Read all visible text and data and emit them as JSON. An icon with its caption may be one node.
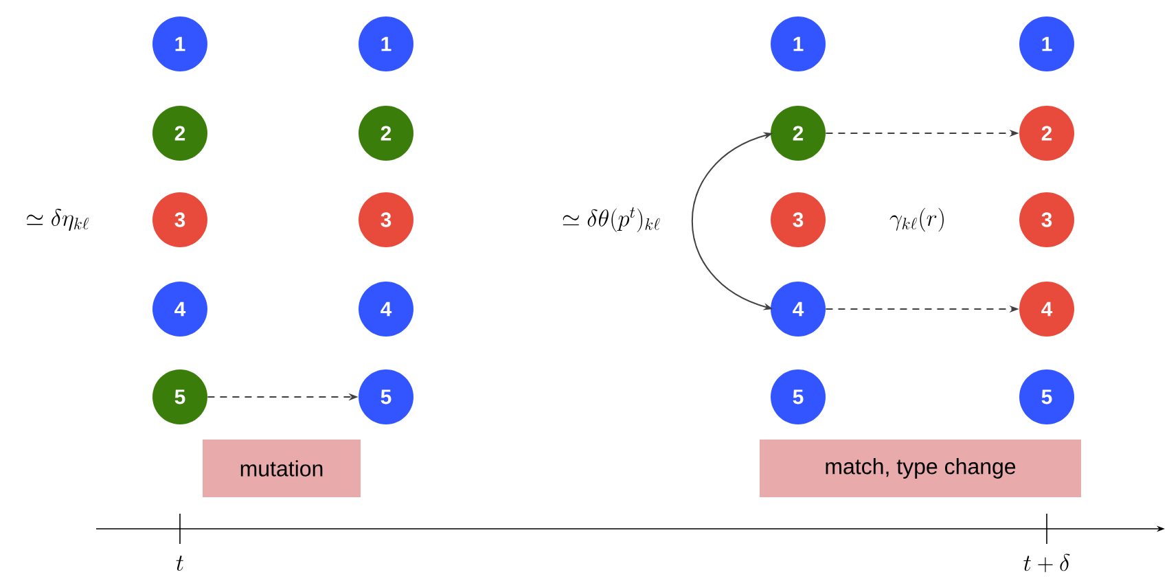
{
  "diagram": {
    "nodes": [
      {
        "text": [
          "1"
        ]
      },
      {
        "text": [
          "2"
        ]
      },
      {
        "text": [
          "3"
        ]
      },
      {
        "text": [
          "4"
        ]
      },
      {
        "text": [
          "5"
        ]
      },
      {
        "text": [
          "1"
        ]
      },
      {
        "text": [
          "2"
        ]
      },
      {
        "text": [
          "3"
        ]
      },
      {
        "text": [
          "4"
        ]
      },
      {
        "text": [
          "5"
        ]
      },
      {
        "text": [
          "1"
        ]
      },
      {
        "text": [
          "2"
        ]
      },
      {
        "text": [
          "3"
        ]
      },
      {
        "text": [
          "4"
        ]
      },
      {
        "text": [
          "5"
        ]
      },
      {
        "text": [
          "1"
        ]
      },
      {
        "text": [
          "2"
        ]
      },
      {
        "text": [
          "3"
        ]
      },
      {
        "text": [
          "4"
        ]
      },
      {
        "text": [
          "5"
        ]
      },
      {
        "text": [
          "mutation"
        ]
      },
      {
        "text": [
          "match, type change"
        ]
      }
    ],
    "edges": [
      {
        "from": 4,
        "to": 9,
        "arrow": "to",
        "style": "dashed"
      },
      {
        "from": 11,
        "to": 13,
        "arrow": "both"
      },
      {
        "from": 11,
        "to": 16,
        "arrow": "to",
        "style": "dashed"
      },
      {
        "from": 13,
        "to": 18,
        "arrow": "to",
        "style": "dashed"
      }
    ],
    "labels": [
      "\\simeq \\delta\\eta_{k\\ell}",
      "\\simeq \\delta\\theta(p^t)_{k\\ell}",
      "\\gamma_{k\\ell}(r)",
      "t",
      "t+\\delta"
    ]
  }
}
